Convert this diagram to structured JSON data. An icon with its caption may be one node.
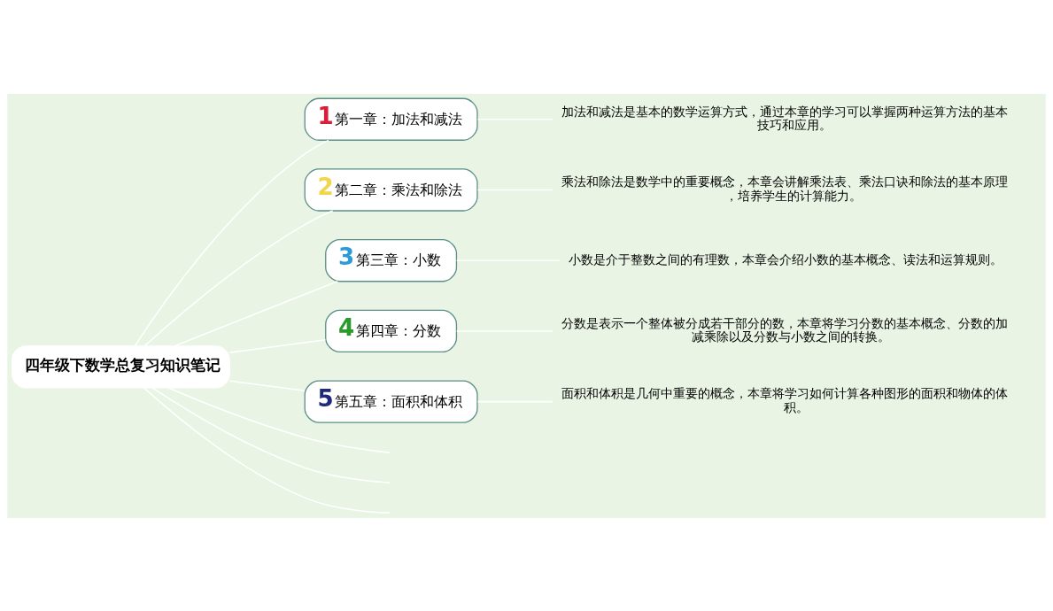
{
  "diagram": {
    "nodes": [
      {
        "text": [
          "四年级下数学总复习知识笔记"
        ]
      },
      {
        "text": [
          "1",
          "第一章：加法和减法"
        ]
      },
      {
        "text": [
          "加法和减法是基本的数学运算方式，通过本章的学习可以掌握两种运算方法的基本技巧和应用。"
        ]
      },
      {
        "text": [
          "2",
          "第二章：乘法和除法"
        ]
      },
      {
        "text": [
          "乘法和除法是数学中的重要概念，本章会讲解乘法表、乘法口诀和除法的基本原理，培养学生的计算能力。"
        ]
      },
      {
        "text": [
          "3",
          "第三章：小数"
        ]
      },
      {
        "text": [
          "小数是介于整数之间的有理数，本章会介绍小数的基本概念、读法和运算规则。"
        ]
      },
      {
        "text": [
          "4",
          "第四章：分数"
        ]
      },
      {
        "text": [
          "分数是表示一个整体被分成若干部分的数，本章将学习分数的基本概念、分数的加减乘除以及分数与小数之间的转换。"
        ]
      },
      {
        "text": [
          "5",
          "第五章：面积和体积"
        ]
      },
      {
        "text": [
          "面积和体积是几何中重要的概念，本章将学习如何计算各种图形的面积和物体的体积。"
        ]
      }
    ],
    "edges": [
      {
        "from": 0,
        "to": 1,
        "arrow": "none"
      },
      {
        "from": 1,
        "to": 2,
        "arrow": "none"
      },
      {
        "from": 0,
        "to": 3,
        "arrow": "none"
      },
      {
        "from": 3,
        "to": 4,
        "arrow": "none"
      },
      {
        "from": 0,
        "to": 5,
        "arrow": "none"
      },
      {
        "from": 5,
        "to": 6,
        "arrow": "none"
      },
      {
        "from": 0,
        "to": 7,
        "arrow": "none"
      },
      {
        "from": 7,
        "to": 8,
        "arrow": "none"
      },
      {
        "from": 0,
        "to": 9,
        "arrow": "none"
      },
      {
        "from": 9,
        "to": 10,
        "arrow": "none"
      },
      {
        "from": 0,
        "to": null,
        "arrow": "none"
      },
      {
        "from": 0,
        "to": null,
        "arrow": "none"
      },
      {
        "from": 0,
        "to": null,
        "arrow": "none"
      }
    ]
  }
}
